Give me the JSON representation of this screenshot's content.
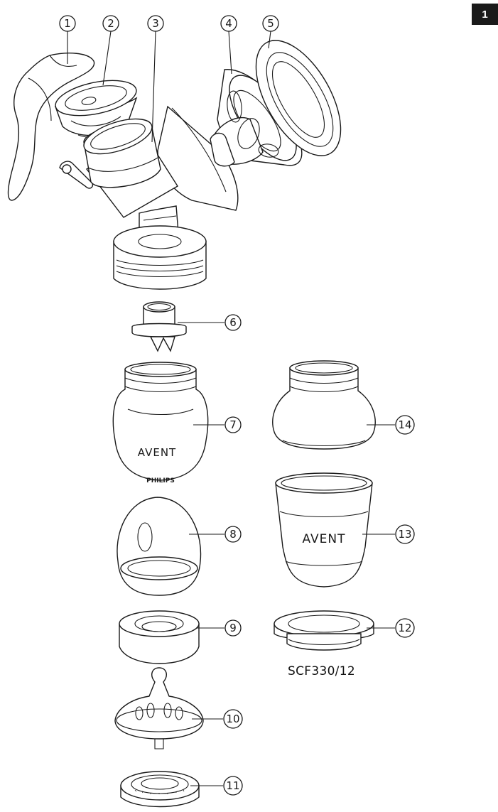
{
  "page_number": "1",
  "model": "SCF330/12",
  "brand": {
    "logo": "AVENT",
    "maker": "PHILIPS"
  },
  "callouts": [
    "1",
    "2",
    "3",
    "4",
    "5",
    "6",
    "7",
    "8",
    "9",
    "10",
    "11",
    "12",
    "13",
    "14"
  ]
}
